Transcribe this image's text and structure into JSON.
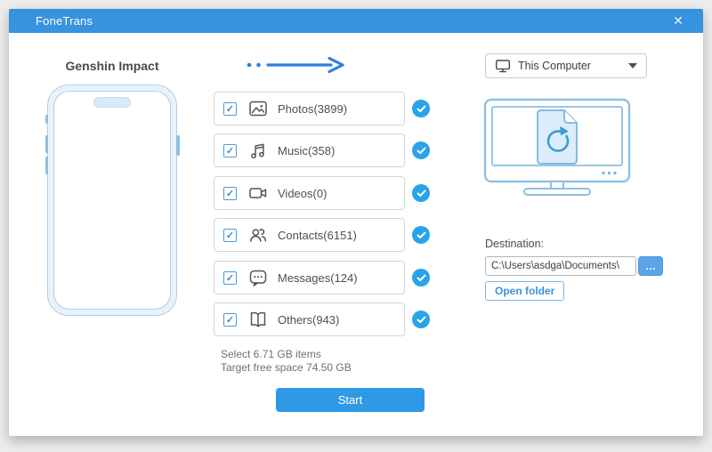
{
  "window": {
    "title": "FoneTrans"
  },
  "icons": {
    "close": "✕",
    "check": "✓",
    "ellipsis": "…"
  },
  "device": {
    "name": "Genshin Impact"
  },
  "categories": [
    {
      "name": "photos",
      "label": "Photos(3899)",
      "checked": true
    },
    {
      "name": "music",
      "label": "Music(358)",
      "checked": true
    },
    {
      "name": "videos",
      "label": "Videos(0)",
      "checked": true
    },
    {
      "name": "contacts",
      "label": "Contacts(6151)",
      "checked": true
    },
    {
      "name": "messages",
      "label": "Messages(124)",
      "checked": true
    },
    {
      "name": "others",
      "label": "Others(943)",
      "checked": true
    }
  ],
  "summary": {
    "selected_line": "Select 6.71 GB items",
    "free_space_line": "Target free space 74.50 GB"
  },
  "actions": {
    "start": "Start",
    "open_folder": "Open folder",
    "browse": "…"
  },
  "target": {
    "selected_device": "This Computer",
    "destination_label": "Destination:",
    "destination_path": "C:\\Users\\asdga\\Documents\\"
  },
  "colors": {
    "titlebar": "#3793dd",
    "accent_circle": "#29a3e9",
    "arrow": "#2d7ee3",
    "start_button": "#2f99e5",
    "phone_outline": "#aecfe8"
  }
}
